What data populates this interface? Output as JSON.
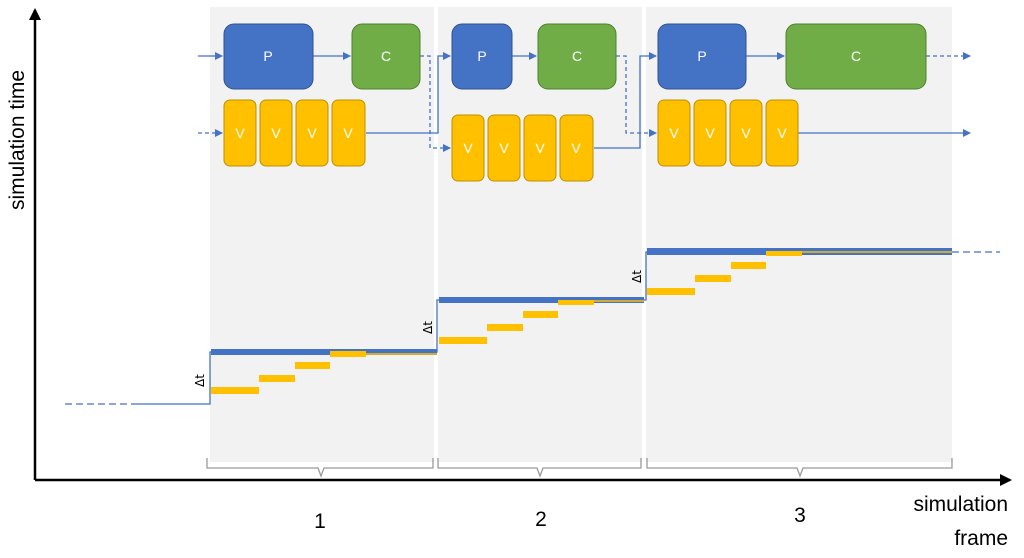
{
  "axes": {
    "y_label": "simulation time",
    "x_label_line1": "simulation",
    "x_label_line2": "frame"
  },
  "frames": [
    "1",
    "2",
    "3"
  ],
  "boxes": {
    "p_label": "P",
    "c_label": "C",
    "v_label": "V"
  },
  "delta_label": "Δt",
  "colors": {
    "panel": "#f2f2f2",
    "p_box": "#4472c4",
    "c_box": "#70ad47",
    "v_box": "#ffc000",
    "line": "#4472c4",
    "axis": "#000000"
  }
}
